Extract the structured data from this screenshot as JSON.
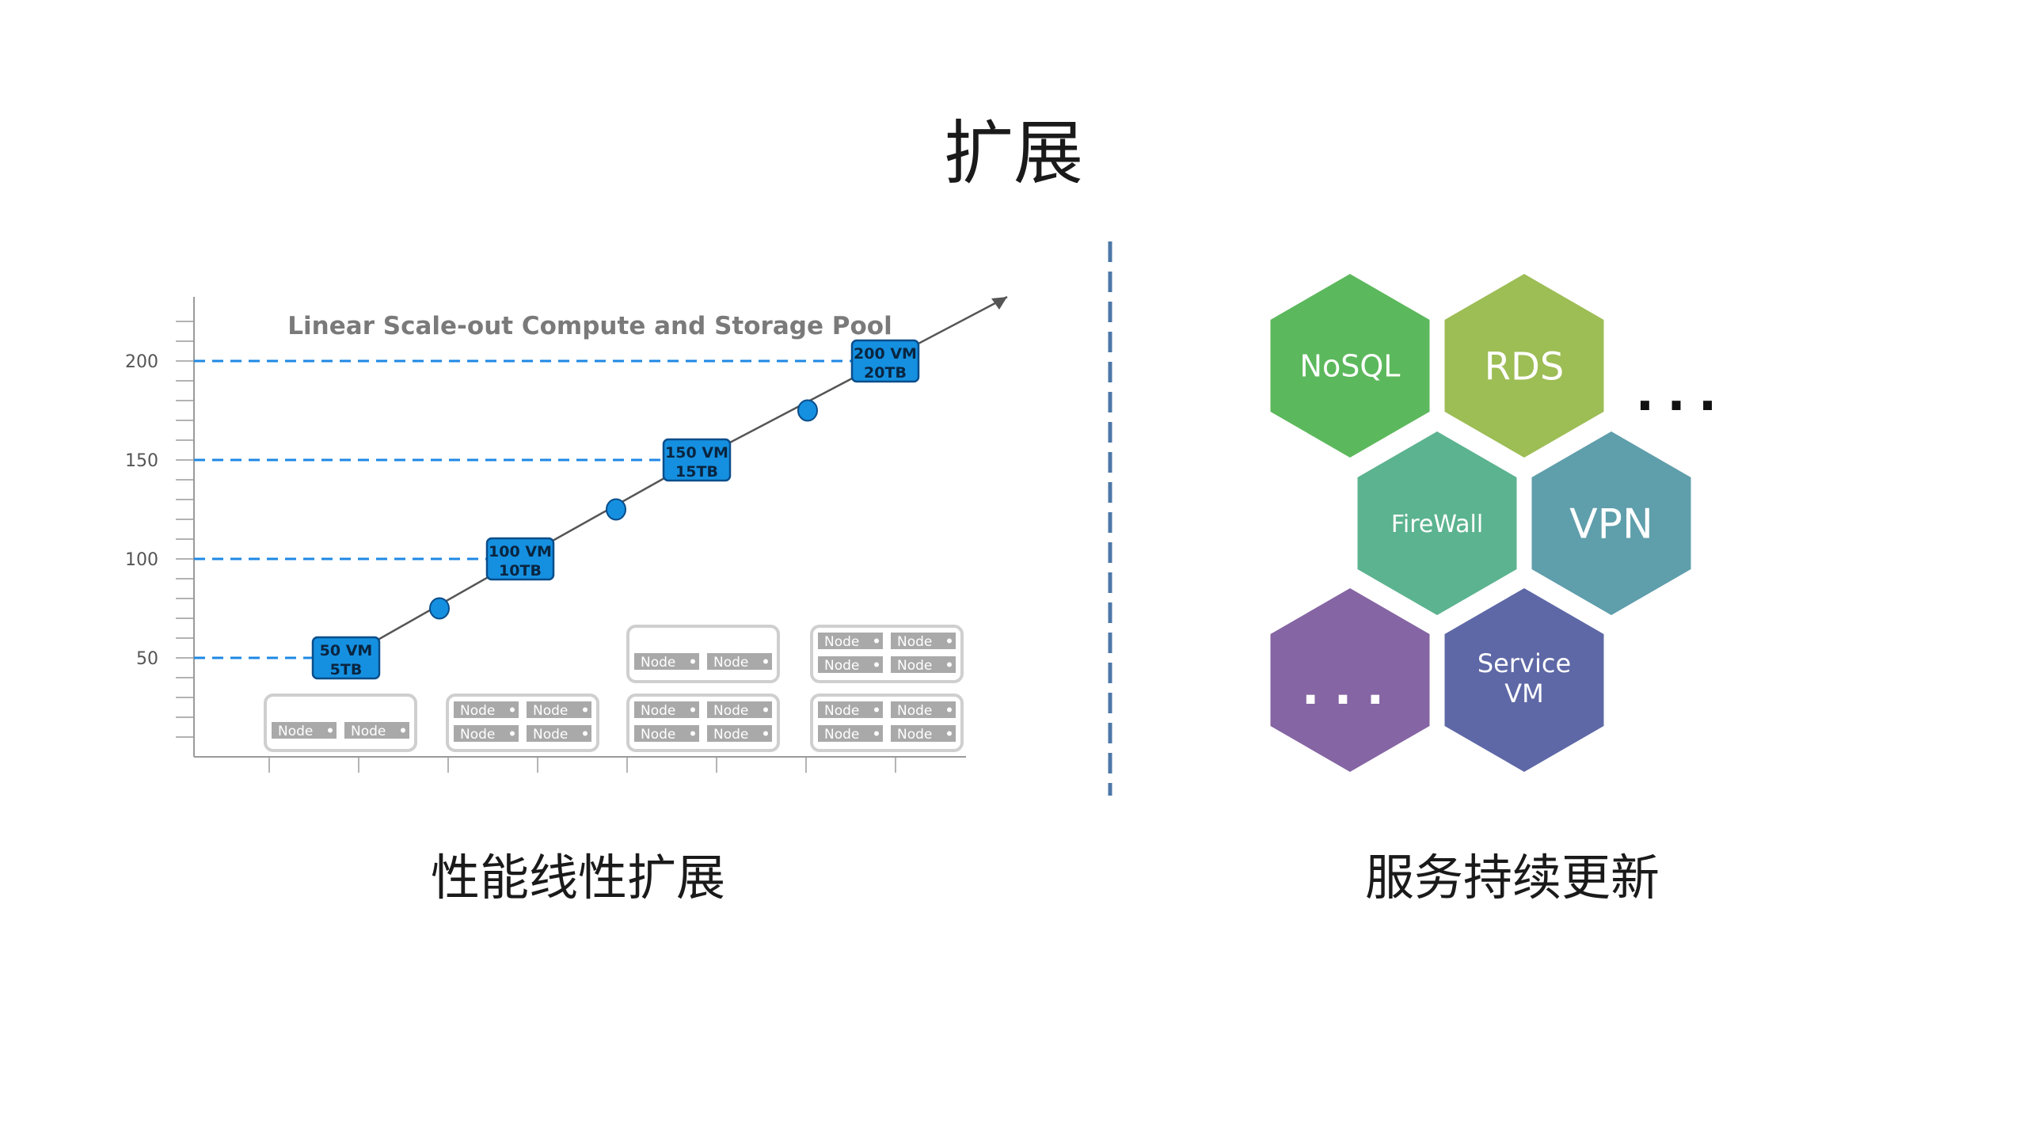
{
  "slide": {
    "title": "扩展",
    "left_caption": "性能线性扩展",
    "right_caption": "服务持续更新"
  },
  "colors": {
    "divider": "#4d78a8",
    "axis": "#9a9a9a",
    "dash": "#1e88e5",
    "node_fill": "#1590e0",
    "node_stroke": "#0a4d8a",
    "box_border": "#cfcfcf",
    "node_bar": "#a9a9a9"
  },
  "chart_data": {
    "type": "line",
    "title": "Linear Scale-out Compute and Storage Pool",
    "xlabel": "",
    "ylabel": "",
    "yticks": [
      50,
      100,
      150,
      200
    ],
    "ylim": [
      0,
      235
    ],
    "x_tick_count": 8,
    "milestones": [
      {
        "value": 50,
        "vm_label": "50 VM",
        "storage_label": "5TB"
      },
      {
        "value": 100,
        "vm_label": "100 VM",
        "storage_label": "10TB"
      },
      {
        "value": 150,
        "vm_label": "150 VM",
        "storage_label": "15TB"
      },
      {
        "value": 200,
        "vm_label": "200 VM",
        "storage_label": "20TB"
      }
    ],
    "intermediate_points": [
      75,
      125,
      175
    ],
    "node_label": "Node",
    "server_stacks": [
      {
        "upper_nodes": 0,
        "lower_nodes": 2
      },
      {
        "upper_nodes": 0,
        "lower_nodes": 4
      },
      {
        "upper_nodes": 2,
        "lower_nodes": 4
      },
      {
        "upper_nodes": 4,
        "lower_nodes": 4
      }
    ]
  },
  "services": {
    "items": [
      {
        "label": "NoSQL",
        "color": "#5cb85c"
      },
      {
        "label": "RDS",
        "color": "#9dbd55"
      },
      {
        "label": "FireWall",
        "color": "#5cb38f"
      },
      {
        "label": "VPN",
        "color": "#5f9eab"
      },
      {
        "label": "...",
        "color": "#8565a3"
      },
      {
        "label": "Service VM",
        "color": "#5e68a6"
      }
    ],
    "more": "..."
  }
}
